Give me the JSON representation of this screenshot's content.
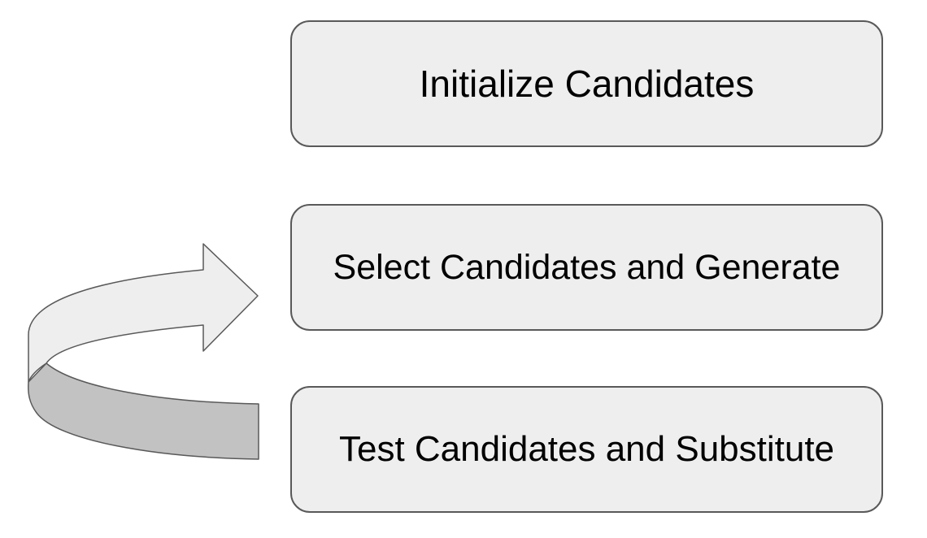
{
  "steps": [
    {
      "label": "Initialize Candidates"
    },
    {
      "label": "Select Candidates and Generate"
    },
    {
      "label": "Test Candidates and Substitute"
    }
  ],
  "arrow": {
    "meaning": "loop back from Test to Select",
    "front_color": "#eeeeee",
    "back_color": "#c2c2c2",
    "stroke_color": "#595959"
  },
  "colors": {
    "box_fill": "#eeeeee",
    "box_border": "#595959",
    "text": "#000000"
  }
}
